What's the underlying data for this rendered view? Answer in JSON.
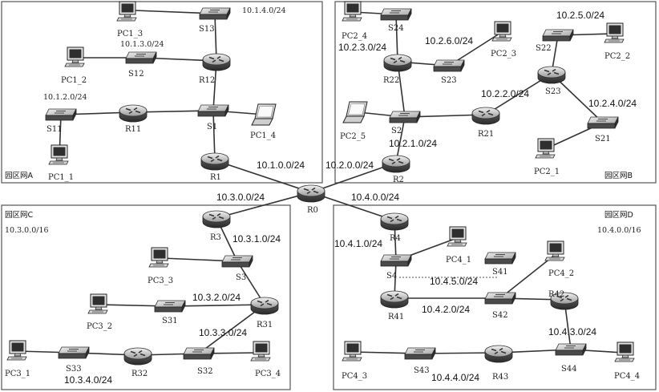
{
  "areas": {
    "a": {
      "name": "园区网A"
    },
    "b": {
      "name": "园区网B"
    },
    "c": {
      "name": "园区网C",
      "prefix": "10.3.0.0/16"
    },
    "d": {
      "name": "园区网D",
      "prefix": "10.4.0.0/16"
    }
  },
  "devices": {
    "R0": "R0",
    "R1": "R1",
    "R2": "R2",
    "R3": "R3",
    "R4": "R4",
    "S1": "S1",
    "S2": "S2",
    "S3": "S3",
    "S4": "S4",
    "R11": "R11",
    "R12": "R12",
    "S11": "S11",
    "S12": "S12",
    "S13": "S13",
    "PC1_1": "PC1_1",
    "PC1_2": "PC1_2",
    "PC1_3": "PC1_3",
    "PC1_4": "PC1_4",
    "R21": "R21",
    "R22": "R22",
    "R23": "S23",
    "S21": "S21",
    "S22": "S22",
    "S23": "S23",
    "S24": "S24",
    "PC2_1": "PC2_1",
    "PC2_2": "PC2_2",
    "PC2_3": "PC2_3",
    "PC2_4": "PC2_4",
    "PC2_5": "PC2_5",
    "R31": "R31",
    "R32": "R32",
    "S31": "S31",
    "S32": "S32",
    "S33": "S33",
    "PC3_1": "PC3_1",
    "PC3_2": "PC3_2",
    "PC3_3": "PC3_3",
    "PC3_4": "PC3_4",
    "R41": "R41",
    "R42": "R42",
    "R43": "R43",
    "S41": "S41",
    "S42": "S42",
    "S43": "S43",
    "S44": "S44",
    "PC4_1": "PC4_1",
    "PC4_2": "PC4_2",
    "PC4_3": "PC4_3",
    "PC4_4": "PC4_4"
  },
  "networks": {
    "n10_1_0": "10.1.0.0/24",
    "n10_2_0": "10.2.0.0/24",
    "n10_3_0": "10.3.0.0/24",
    "n10_4_0": "10.4.0.0/24",
    "n10_1_2": "10.1.2.0/24",
    "n10_1_3": "10.1.3.0/24",
    "n10_1_4": "10.1.4.0/24",
    "n10_2_1": "10.2.1.0/24",
    "n10_2_2": "10.2.2.0/24",
    "n10_2_3": "10.2.3.0/24",
    "n10_2_4": "10.2.4.0/24",
    "n10_2_5": "10.2.5.0/24",
    "n10_2_6": "10.2.6.0/24",
    "n10_3_1": "10.3.1.0/24",
    "n10_3_2": "10.3.2.0/24",
    "n10_3_3": "10.3.3.0/24",
    "n10_3_4": "10.3.4.0/24",
    "n10_4_1": "10.4.1.0/24",
    "n10_4_2": "10.4.2.0/24",
    "n10_4_3": "10.4.3.0/24",
    "n10_4_4": "10.4.4.0/24",
    "n10_4_5": "10.4.5.0/24"
  }
}
